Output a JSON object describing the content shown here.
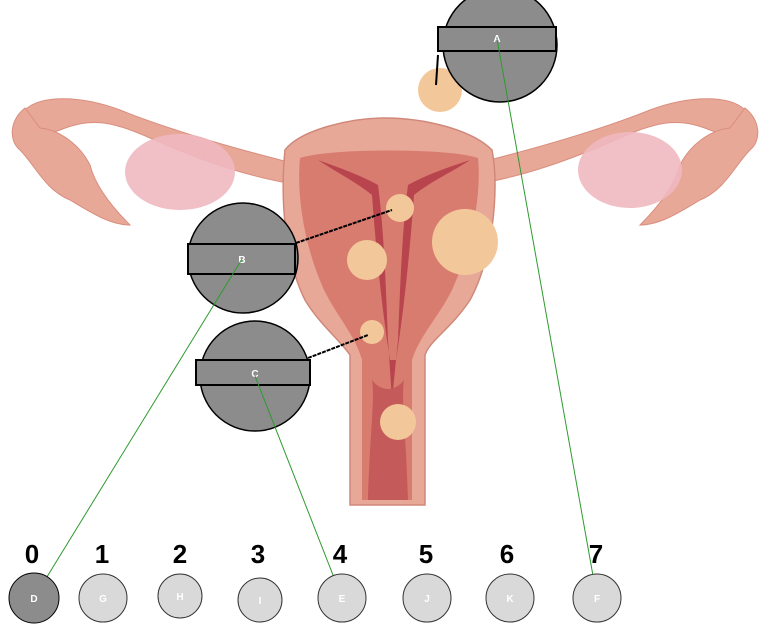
{
  "callouts": [
    {
      "id": "A",
      "label": "A"
    },
    {
      "id": "B",
      "label": "B"
    },
    {
      "id": "C",
      "label": "C"
    }
  ],
  "answer_slots": [
    {
      "number": "0",
      "label": "D",
      "filled": true
    },
    {
      "number": "1",
      "label": "G",
      "filled": false
    },
    {
      "number": "2",
      "label": "H",
      "filled": false
    },
    {
      "number": "3",
      "label": "I",
      "filled": false
    },
    {
      "number": "4",
      "label": "E",
      "filled": false
    },
    {
      "number": "5",
      "label": "J",
      "filled": false
    },
    {
      "number": "6",
      "label": "K",
      "filled": false
    },
    {
      "number": "7",
      "label": "F",
      "filled": false
    }
  ],
  "connections": [
    {
      "from": "A",
      "to": "F"
    },
    {
      "from": "B",
      "to": "D"
    },
    {
      "from": "C",
      "to": "E"
    }
  ],
  "colors": {
    "tissue_outer": "#e8a898",
    "tissue_inner": "#d97c70",
    "cavity": "#b8444e",
    "fibroid": "#f2c89a",
    "ovary": "#f0b8c0",
    "callout_fill": "#8c8c8c",
    "slot_empty": "#d9d9d9",
    "slot_filled": "#8c8c8c",
    "connector": "#2e9a2e"
  }
}
